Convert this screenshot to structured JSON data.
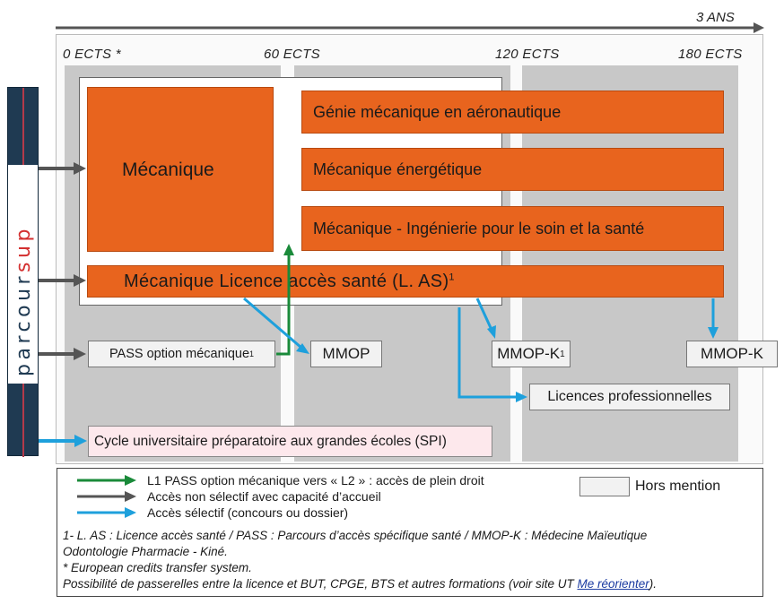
{
  "timeline": {
    "label": "3 ANS"
  },
  "ects": {
    "e0": "0 ECTS *",
    "e60": "60 ECTS",
    "e120": "120 ECTS",
    "e180": "180 ECTS"
  },
  "parcoursup": {
    "letters": [
      "p",
      "a",
      "r",
      "c",
      "o",
      "u",
      "r",
      "s",
      "u",
      "p"
    ]
  },
  "programs": {
    "mecanique": "Mécanique",
    "genie_aero": "Génie mécanique en aéronautique",
    "meca_energetique": "Mécanique énergétique",
    "meca_ingenierie": "Mécanique - Ingénierie pour le soin et la santé",
    "licence_sante": "Mécanique Licence accès santé (L. AS)",
    "licence_sante_sup": "1"
  },
  "boxes": {
    "pass_option": "PASS option mécanique",
    "pass_sup": "1",
    "mmop": "MMOP",
    "mmopk1": "MMOP-K",
    "mmopk1_sup": "1",
    "mmopk": "MMOP-K",
    "licences_pro": "Licences professionnelles",
    "cupge": "Cycle universitaire préparatoire aux grandes écoles (SPI)"
  },
  "legend": {
    "green": "L1 PASS option mécanique vers « L2 » : accès de plein droit",
    "gray": "Accès non sélectif avec capacité d’accueil",
    "blue": "Accès sélectif (concours ou dossier)",
    "hors_mention": "Hors mention"
  },
  "notes": {
    "line1": "1- L. AS : Licence accès santé / PASS : Parcours d’accès spécifique santé / MMOP-K : Médecine Maïeutique",
    "line2": "Odontologie Pharmacie - Kiné.",
    "line3": "* European credits transfer system.",
    "line4": "Possibilité de passerelles entre la licence et BUT, CPGE, BTS et autres formations (voir site UT ",
    "link": "Me réorienter",
    "line4_end": ")."
  },
  "colors": {
    "orange": "#e8641e",
    "green": "#1a8a3a",
    "gray_arrow": "#555555",
    "blue": "#1ea0dc",
    "parcoursup_navy": "#1f3a52",
    "parcoursup_red": "#d32f2f"
  }
}
